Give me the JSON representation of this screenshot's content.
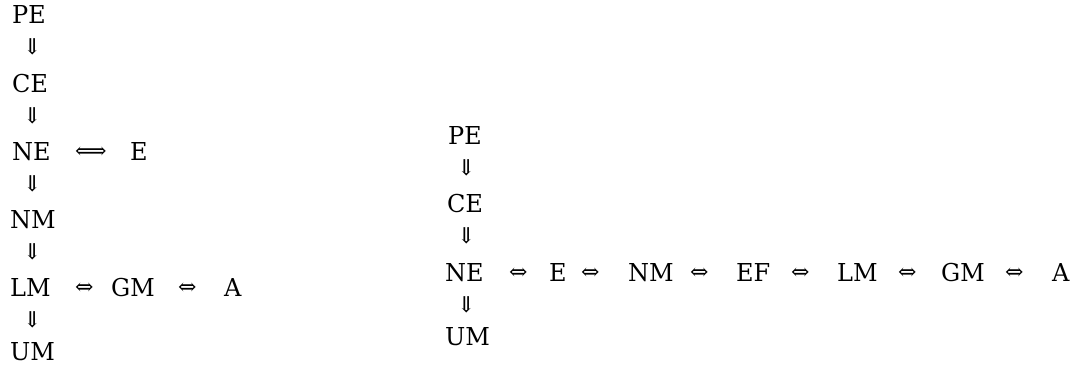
{
  "left": {
    "nodes": [
      "PE",
      "CE",
      "NE",
      "NM",
      "LM",
      "UM"
    ],
    "ne_equiv": "E",
    "lm_chain": [
      "GM",
      "A"
    ]
  },
  "right": {
    "nodes": [
      "PE",
      "CE",
      "NE",
      "UM"
    ],
    "ne_chain": [
      "E",
      "NM",
      "EF",
      "LM",
      "GM",
      "A"
    ]
  },
  "symbols": {
    "implies_down": "⇓",
    "iff_long": "⟺",
    "iff": "⇔"
  }
}
